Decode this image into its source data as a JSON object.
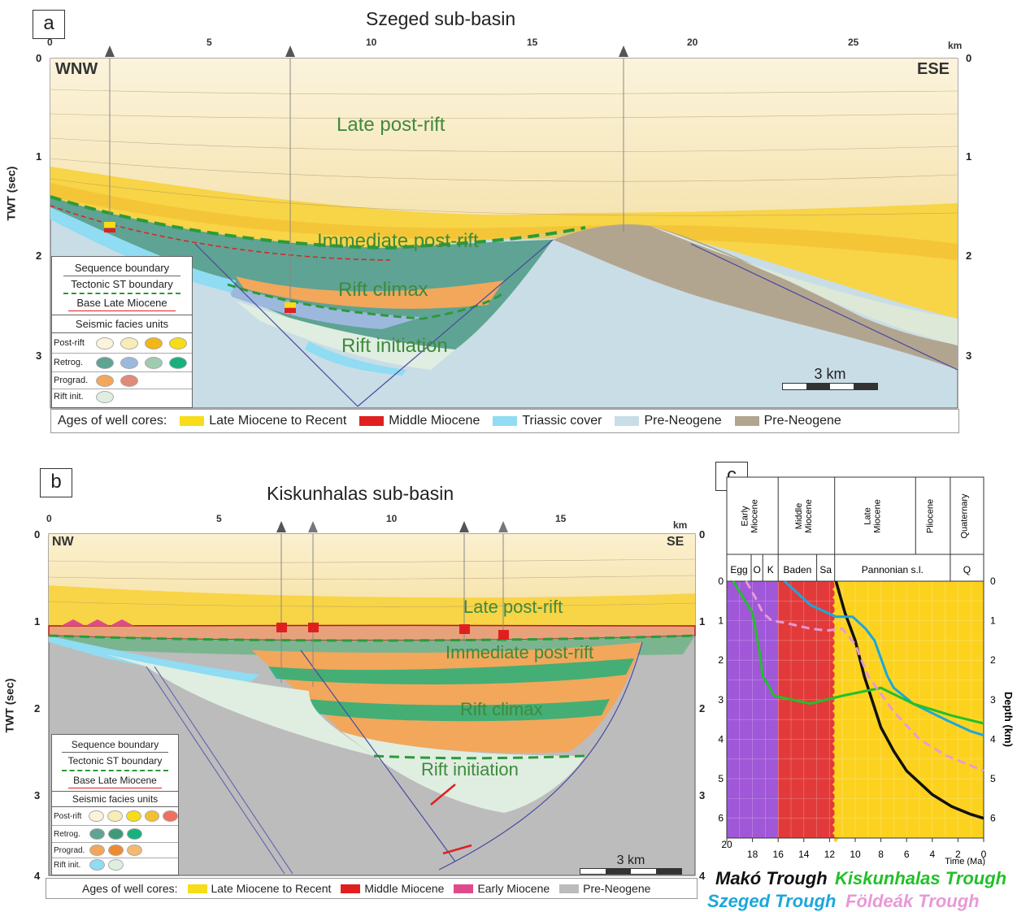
{
  "panel_a": {
    "letter": "a",
    "title": "Szeged sub-basin",
    "km_ticks": [
      "0",
      "5",
      "10",
      "15",
      "20",
      "25"
    ],
    "km_unit": "km",
    "twt_ticks": [
      "0",
      "1",
      "2",
      "3"
    ],
    "ylabel": "TWT (sec)",
    "dir_left": "WNW",
    "dir_right": "ESE",
    "labels": {
      "late_post_rift": "Late post-rift",
      "immediate_post_rift": "Immediate post-rift",
      "rift_climax": "Rift climax",
      "rift_initiation": "Rift initiation"
    },
    "scale": "3 km",
    "legend": {
      "sequence_boundary": "Sequence boundary",
      "tectonic_boundary": "Tectonic ST boundary",
      "base_late_miocene": "Base Late Miocene",
      "facies_header": "Seismic facies units",
      "rows": [
        "Post-rift",
        "Retrog.",
        "Prograd.",
        "Rift init."
      ]
    },
    "ages_label": "Ages of well cores:",
    "ages": [
      "Late Miocene to Recent",
      "Middle Miocene",
      "Triassic cover",
      "Pre-Neogene",
      "Pre-Neogene"
    ]
  },
  "panel_b": {
    "letter": "b",
    "title": "Kiskunhalas sub-basin",
    "km_ticks": [
      "0",
      "5",
      "10",
      "15"
    ],
    "km_unit": "km",
    "twt_ticks": [
      "0",
      "1",
      "2",
      "3",
      "4"
    ],
    "ylabel": "TWT (sec)",
    "dir_left": "NW",
    "dir_right": "SE",
    "labels": {
      "late_post_rift": "Late post-rift",
      "immediate_post_rift": "Immediate post-rift",
      "rift_climax": "Rift climax",
      "rift_initiation": "Rift initiation"
    },
    "scale": "3 km",
    "legend": {
      "sequence_boundary": "Sequence boundary",
      "tectonic_boundary": "Tectonic ST boundary",
      "base_late_miocene": "Base Late Miocene",
      "facies_header": "Seismic facies units",
      "rows": [
        "Post-rift",
        "Retrog.",
        "Prograd.",
        "Rift init."
      ]
    },
    "ages_label": "Ages of well cores:",
    "ages": [
      "Late Miocene to Recent",
      "Middle Miocene",
      "Early Miocene",
      "Pre-Neogene"
    ]
  },
  "panel_c": {
    "letter": "c",
    "epochs": [
      "Early Miocene",
      "Middle Miocene",
      "Late Miocene",
      "Pliocene",
      "Quaternary"
    ],
    "stages": [
      "Egg",
      "O",
      "K",
      "Baden",
      "Sa",
      "Pannonian s.l.",
      "Q"
    ],
    "x_ticks": [
      "20",
      "18",
      "16",
      "14",
      "12",
      "10",
      "8",
      "6",
      "4",
      "2",
      "0"
    ],
    "xlabel": "Time (Ma)",
    "depth_ticks": [
      "0",
      "1",
      "2",
      "3",
      "4",
      "5",
      "6"
    ],
    "ylabel": "Depth (km)",
    "series": [
      {
        "name": "Makó Trough",
        "color": "#111111"
      },
      {
        "name": "Szeged Trough",
        "color": "#1ba7dc"
      },
      {
        "name": "Kiskunhalas Trough",
        "color": "#22c02a"
      },
      {
        "name": "Földeák Trough",
        "color": "#e79ad6"
      }
    ]
  },
  "chart_data": {
    "type": "line",
    "xlabel": "Time (Ma)",
    "ylabel": "Depth (km)",
    "xlim": [
      20,
      0
    ],
    "ylim": [
      0,
      6.5
    ],
    "series": [
      {
        "name": "Makó Trough",
        "x": [
          11.5,
          10.8,
          10.0,
          9.3,
          8.6,
          8.0,
          7.0,
          6.0,
          5.0,
          4.0,
          2.5,
          1.0,
          0
        ],
        "y": [
          0,
          0.8,
          1.5,
          2.4,
          3.1,
          3.7,
          4.3,
          4.8,
          5.1,
          5.4,
          5.7,
          5.9,
          6.0
        ]
      },
      {
        "name": "Szeged Trough",
        "x": [
          15.5,
          13.5,
          11.5,
          10.2,
          9.2,
          8.5,
          7.5,
          7.0,
          5.5,
          3.0,
          1.0,
          0
        ],
        "y": [
          0,
          0.6,
          0.9,
          0.9,
          1.2,
          1.5,
          2.4,
          2.7,
          3.1,
          3.5,
          3.8,
          3.9
        ]
      },
      {
        "name": "Kiskunhalas Trough",
        "x": [
          19.5,
          18.0,
          17.5,
          17.2,
          16.3,
          13.5,
          11.0,
          8.0,
          5.5,
          2.5,
          0
        ],
        "y": [
          0,
          0.8,
          1.7,
          2.4,
          2.9,
          3.1,
          2.9,
          2.7,
          3.1,
          3.4,
          3.6
        ]
      },
      {
        "name": "Földeák Trough",
        "x": [
          18.5,
          17.8,
          17.2,
          16.5,
          15.5,
          13.5,
          12.2,
          11.0,
          10.0,
          9.0,
          7.0,
          5.0,
          3.0,
          1.5,
          0
        ],
        "y": [
          0,
          0.4,
          0.8,
          1.0,
          1.05,
          1.2,
          1.25,
          1.2,
          1.6,
          2.4,
          3.3,
          4.0,
          4.4,
          4.6,
          4.8
        ]
      }
    ]
  }
}
